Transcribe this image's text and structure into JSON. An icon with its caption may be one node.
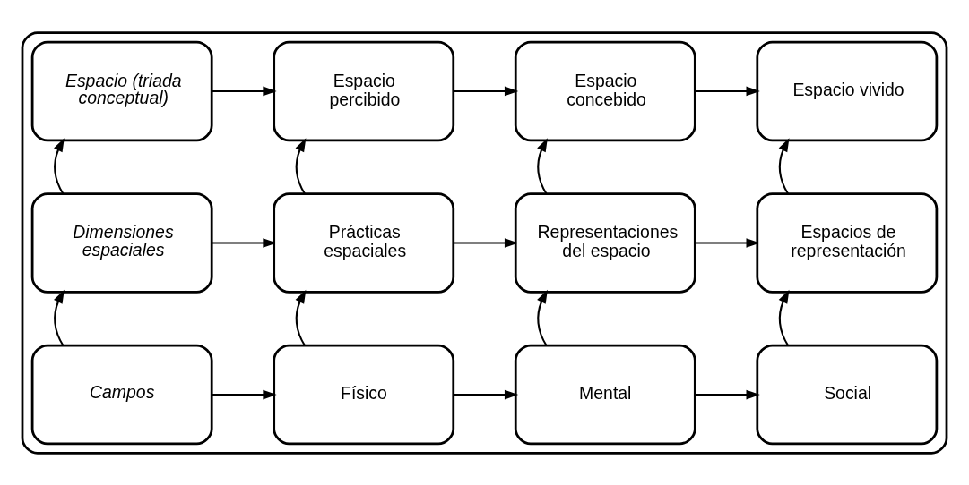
{
  "diagram": {
    "nodes": [
      {
        "text": [],
        "shape": "box"
      },
      {
        "text": [
          "Espacio (triada conceptual)"
        ],
        "in": 0
      },
      {
        "text": [
          "Espacio percibido"
        ],
        "in": 0
      },
      {
        "text": [
          "Espacio concebido"
        ],
        "in": 0
      },
      {
        "text": [
          "Espacio vivido"
        ],
        "in": 0
      },
      {
        "text": [
          "Dimensiones espaciales"
        ],
        "in": 0
      },
      {
        "text": [
          "Prácticas espaciales"
        ],
        "in": 0
      },
      {
        "text": [
          "Representaciones del espacio"
        ],
        "in": 0
      },
      {
        "text": [
          "Espacios de representación"
        ],
        "in": 0
      },
      {
        "text": [
          "Campos"
        ],
        "in": 0
      },
      {
        "text": [
          "Físico"
        ],
        "in": 0
      },
      {
        "text": [
          "Mental"
        ],
        "in": 0
      },
      {
        "text": [
          "Social"
        ],
        "in": 0
      }
    ],
    "edges": [
      {
        "from": 1,
        "to": 2,
        "arrow": "to"
      },
      {
        "from": 2,
        "to": 3,
        "arrow": "to"
      },
      {
        "from": 3,
        "to": 4,
        "arrow": "to"
      },
      {
        "from": 5,
        "to": 1,
        "arrow": "to"
      },
      {
        "from": 5,
        "to": 6,
        "arrow": "to"
      },
      {
        "from": 6,
        "to": 2,
        "arrow": "to"
      },
      {
        "from": 6,
        "to": 7,
        "arrow": "to"
      },
      {
        "from": 7,
        "to": 3,
        "arrow": "to"
      },
      {
        "from": 7,
        "to": 8,
        "arrow": "to"
      },
      {
        "from": 8,
        "to": 4,
        "arrow": "to"
      },
      {
        "from": 9,
        "to": 5,
        "arrow": "to"
      },
      {
        "from": 9,
        "to": 10,
        "arrow": "to"
      },
      {
        "from": 10,
        "to": 6,
        "arrow": "to"
      },
      {
        "from": 10,
        "to": 11,
        "arrow": "to"
      },
      {
        "from": 11,
        "to": 7,
        "arrow": "to"
      },
      {
        "from": 11,
        "to": 12,
        "arrow": "to"
      },
      {
        "from": 12,
        "to": 8,
        "arrow": "to"
      }
    ]
  }
}
